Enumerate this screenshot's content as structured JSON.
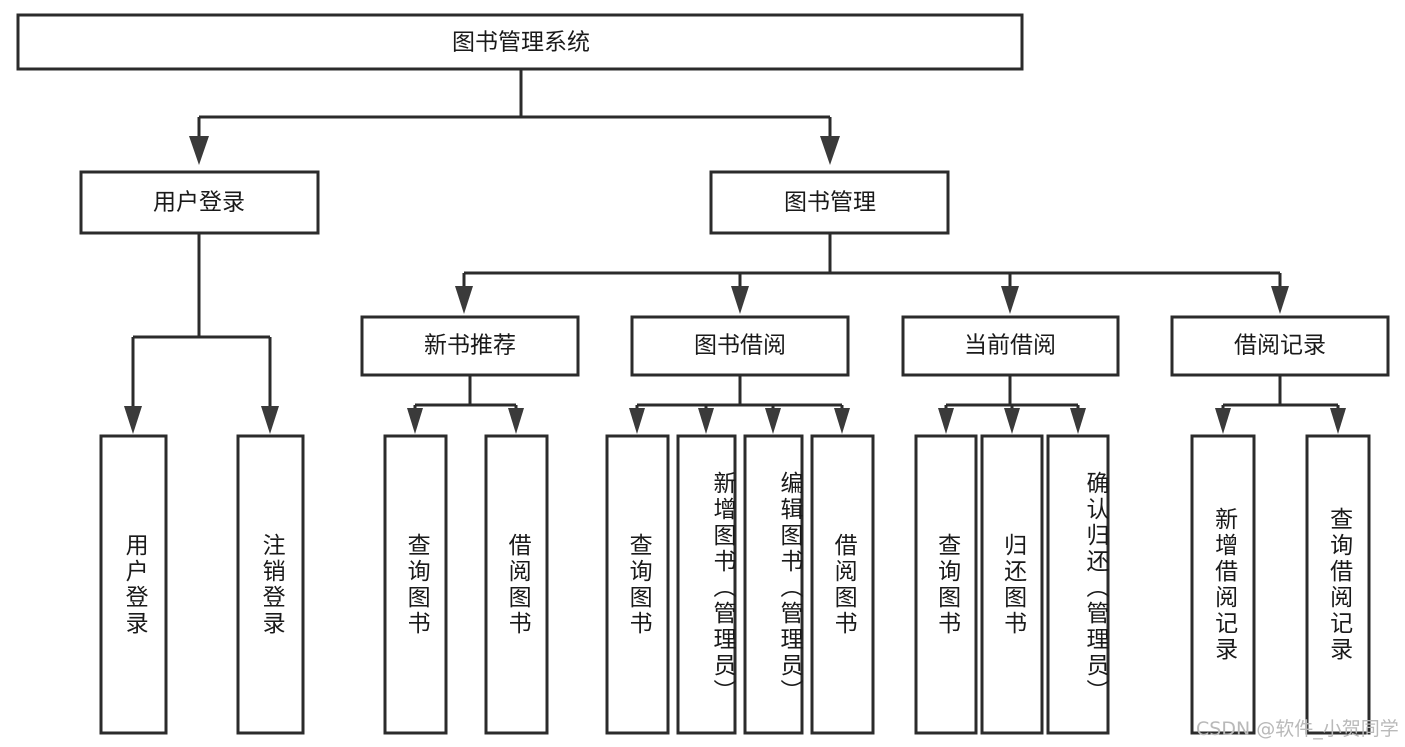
{
  "diagram": {
    "title": "图书管理系统",
    "type": "tree-hierarchy-chart",
    "root": {
      "id": "root",
      "label": "图书管理系统",
      "orientation": "horizontal"
    },
    "level2": [
      {
        "id": "user-login",
        "label": "用户登录",
        "orientation": "horizontal"
      },
      {
        "id": "book-management",
        "label": "图书管理",
        "orientation": "horizontal"
      }
    ],
    "level3": [
      {
        "id": "new-book-recommend",
        "label": "新书推荐",
        "orientation": "horizontal",
        "parent": "book-management"
      },
      {
        "id": "book-borrow",
        "label": "图书借阅",
        "orientation": "horizontal",
        "parent": "book-management"
      },
      {
        "id": "current-borrow",
        "label": "当前借阅",
        "orientation": "horizontal",
        "parent": "book-management"
      },
      {
        "id": "borrow-record",
        "label": "借阅记录",
        "orientation": "horizontal",
        "parent": "book-management"
      }
    ],
    "leaves": [
      {
        "id": "leaf-user-login",
        "label": "用户登录",
        "orientation": "vertical",
        "parent": "user-login"
      },
      {
        "id": "leaf-user-logout",
        "label": "注销登录",
        "orientation": "vertical",
        "parent": "user-login"
      },
      {
        "id": "leaf-query-book-1",
        "label": "查询图书",
        "orientation": "vertical",
        "parent": "new-book-recommend"
      },
      {
        "id": "leaf-borrow-book-1",
        "label": "借阅图书",
        "orientation": "vertical",
        "parent": "new-book-recommend"
      },
      {
        "id": "leaf-query-book-2",
        "label": "查询图书",
        "orientation": "vertical",
        "parent": "book-borrow"
      },
      {
        "id": "leaf-add-book",
        "label": "新增图书（管理员）",
        "orientation": "vertical",
        "parent": "book-borrow"
      },
      {
        "id": "leaf-edit-book",
        "label": "编辑图书（管理员）",
        "orientation": "vertical",
        "parent": "book-borrow"
      },
      {
        "id": "leaf-borrow-book-2",
        "label": "借阅图书",
        "orientation": "vertical",
        "parent": "book-borrow"
      },
      {
        "id": "leaf-query-book-3",
        "label": "查询图书",
        "orientation": "vertical",
        "parent": "current-borrow"
      },
      {
        "id": "leaf-return-book",
        "label": "归还图书",
        "orientation": "vertical",
        "parent": "current-borrow"
      },
      {
        "id": "leaf-confirm-return",
        "label": "确认归还（管理员）",
        "orientation": "vertical",
        "parent": "current-borrow"
      },
      {
        "id": "leaf-add-record",
        "label": "新增借阅记录",
        "orientation": "vertical",
        "parent": "borrow-record"
      },
      {
        "id": "leaf-query-record",
        "label": "查询借阅记录",
        "orientation": "vertical",
        "parent": "borrow-record"
      }
    ],
    "colors": {
      "box_stroke": "#2b2b2b",
      "box_fill": "#ffffff",
      "edge": "#2b2b2b",
      "arrow": "#3a3a3a",
      "text": "#1a1a1a",
      "watermark": "#b9b9b9",
      "background": "#ffffff"
    }
  },
  "watermark": {
    "text": "CSDN @软件_小贺同学"
  }
}
